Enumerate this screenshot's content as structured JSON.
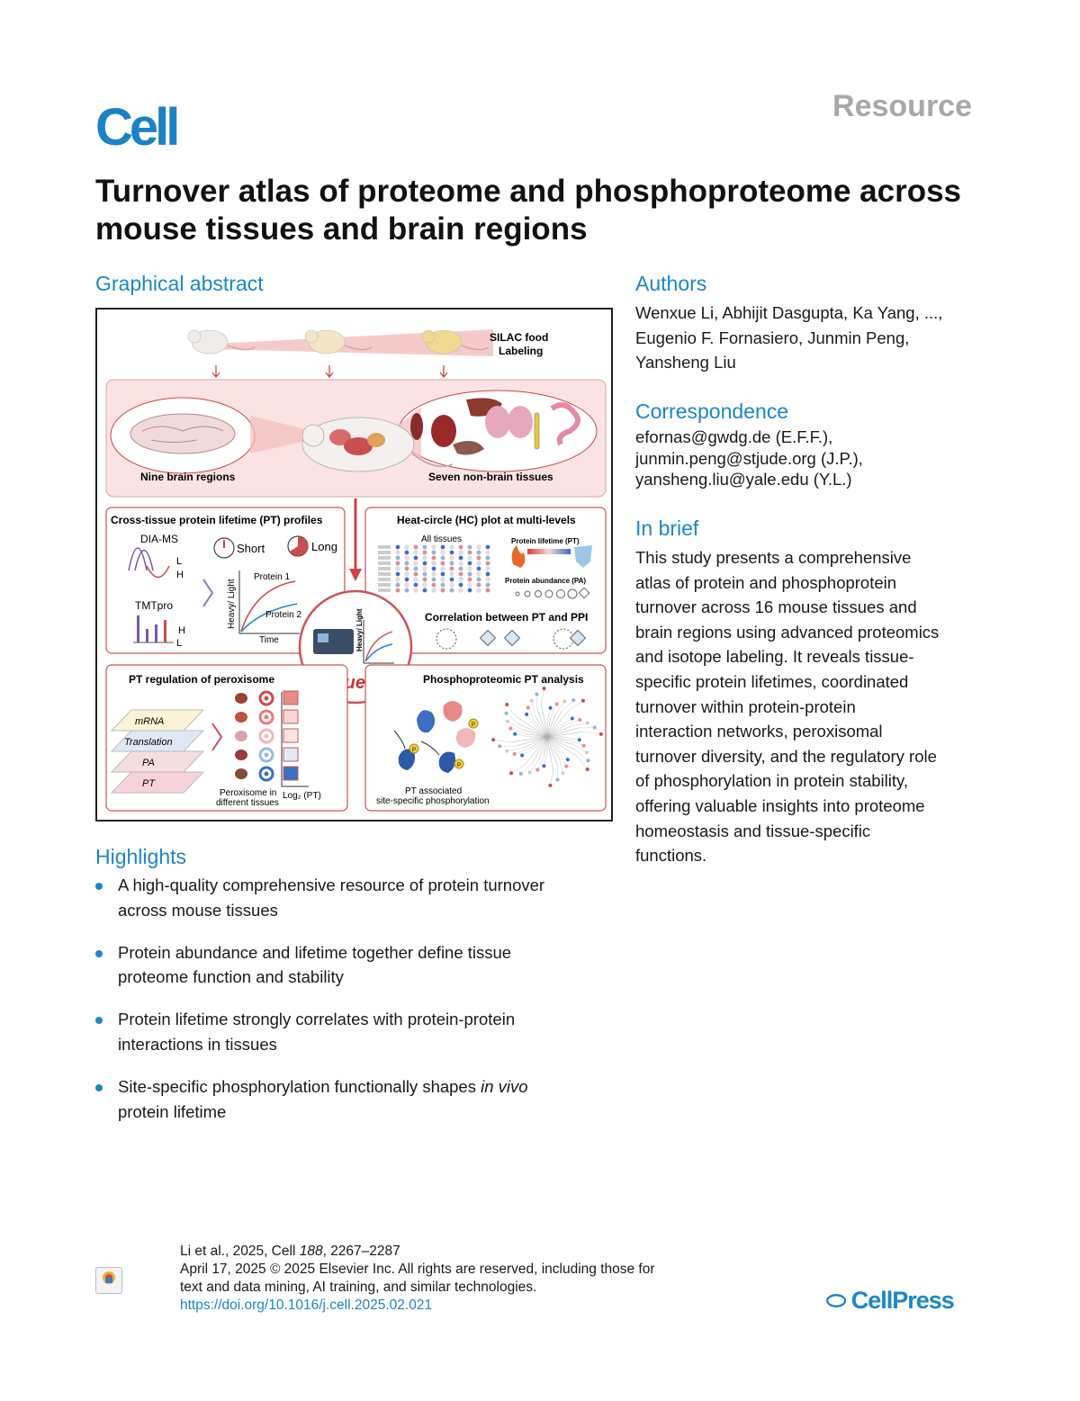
{
  "header": {
    "journal": "Cell",
    "article_type": "Resource"
  },
  "title": "Turnover atlas of proteome and phosphoproteome across mouse tissues and brain regions",
  "graphical_abstract": {
    "heading": "Graphical abstract",
    "silac_label_1": "SILAC food",
    "silac_label_2": "Labeling",
    "brain_regions_label": "Nine brain regions",
    "non_brain_label": "Seven non-brain tissues",
    "panel_pt_profiles": "Cross-tissue protein lifetime (PT) profiles",
    "dia_ms": "DIA-MS",
    "tmtpro": "TMTpro",
    "short": "Short",
    "long": "Long",
    "protein1": "Protein 1",
    "protein2": "Protein 2",
    "heavy_light": "Heavy/ Light",
    "time": "Time",
    "l": "L",
    "h": "H",
    "panel_hc": "Heat-circle (HC) plot at multi-levels",
    "all_tissues": "All tissues",
    "protein_lifetime_pt": "Protein lifetime (PT)",
    "protein_abundance_pa": "Protein abundance (PA)",
    "correlation": "Correlation between PT and PPI",
    "center_label": "Tissue-PPT",
    "panel_peroxisome": "PT regulation of peroxisome",
    "layers": [
      "mRNA",
      "Translation",
      "PA",
      "PT"
    ],
    "peroxisome_caption_1": "Peroxisome in",
    "peroxisome_caption_2": "different tissues",
    "log2_pt": "Log₂ (PT)",
    "panel_phospho": "Phosphoproteomic PT analysis",
    "phospho_caption_1": "PT associated",
    "phospho_caption_2": "site-specific phosphorylation",
    "p": "P"
  },
  "authors": {
    "heading": "Authors",
    "lines": [
      "Wenxue Li, Abhijit Dasgupta, Ka Yang, ...,",
      "Eugenio F. Fornasiero, Junmin Peng,",
      "Yansheng Liu"
    ]
  },
  "correspondence": {
    "heading": "Correspondence",
    "lines": [
      "efornas@gwdg.de (E.F.F.),",
      "junmin.peng@stjude.org (J.P.),",
      "yansheng.liu@yale.edu (Y.L.)"
    ]
  },
  "in_brief": {
    "heading": "In brief",
    "lines": [
      "This study presents a comprehensive",
      "atlas of protein and phosphoprotein",
      "turnover across 16 mouse tissues and",
      "brain regions using advanced proteomics",
      "and isotope labeling. It reveals tissue-",
      "specific protein lifetimes, coordinated",
      "turnover within protein-protein",
      "interaction networks, peroxisomal",
      "turnover diversity, and the regulatory role",
      "of phosphorylation in protein stability,",
      "offering valuable insights into proteome",
      "homeostasis and tissue-specific",
      "functions."
    ]
  },
  "highlights": {
    "heading": "Highlights",
    "items": [
      {
        "l1": "A high-quality comprehensive resource of protein turnover",
        "l2": "across mouse tissues"
      },
      {
        "l1": "Protein abundance and lifetime together define tissue",
        "l2": "proteome function and stability"
      },
      {
        "l1": "Protein lifetime strongly correlates with protein-protein",
        "l2": "interactions in tissues"
      },
      {
        "l1_pre": "Site-specific phosphorylation functionally shapes ",
        "l1_em": "in vivo",
        "l2": "protein lifetime"
      }
    ]
  },
  "footer": {
    "citation_pre": "Li et al., 2025, Cell ",
    "citation_vol": "188",
    "citation_post": ", 2267–2287",
    "line2": "April 17, 2025 © 2025 Elsevier Inc. All rights are reserved, including those for",
    "line3": "text and data mining, AI training, and similar technologies.",
    "doi": "https://doi.org/10.1016/j.cell.2025.02.021",
    "crossmark": "Check for updates",
    "publisher": "CellPress"
  },
  "colors": {
    "accent": "#1d87c7",
    "panel_border": "#c9545a",
    "panel_fill": "#fbe4e4"
  }
}
